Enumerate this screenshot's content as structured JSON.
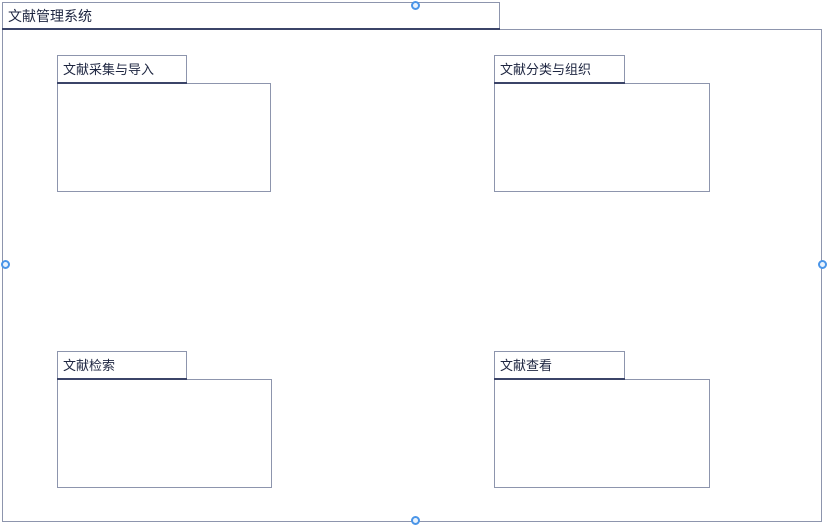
{
  "diagram": {
    "type": "uml-package-diagram",
    "colors": {
      "border": "#8d95ad",
      "seam": "#3b4468",
      "text": "#1d2540",
      "handle_stroke": "#4a95e8",
      "handle_fill": "#eaf3fd",
      "background": "#ffffff"
    },
    "root_package": {
      "name": "outer-package",
      "label": "文献管理系统",
      "selected": true
    },
    "packages": [
      {
        "name": "pkg-acquisition",
        "label": "文献采集与导入"
      },
      {
        "name": "pkg-classification",
        "label": "文献分类与组织"
      },
      {
        "name": "pkg-search",
        "label": "文献检索"
      },
      {
        "name": "pkg-view",
        "label": "文献查看"
      }
    ],
    "selection_handles": [
      {
        "name": "handle-top",
        "position": "top-center"
      },
      {
        "name": "handle-left",
        "position": "middle-left"
      },
      {
        "name": "handle-right",
        "position": "middle-right"
      },
      {
        "name": "handle-bottom",
        "position": "bottom-center"
      }
    ]
  }
}
